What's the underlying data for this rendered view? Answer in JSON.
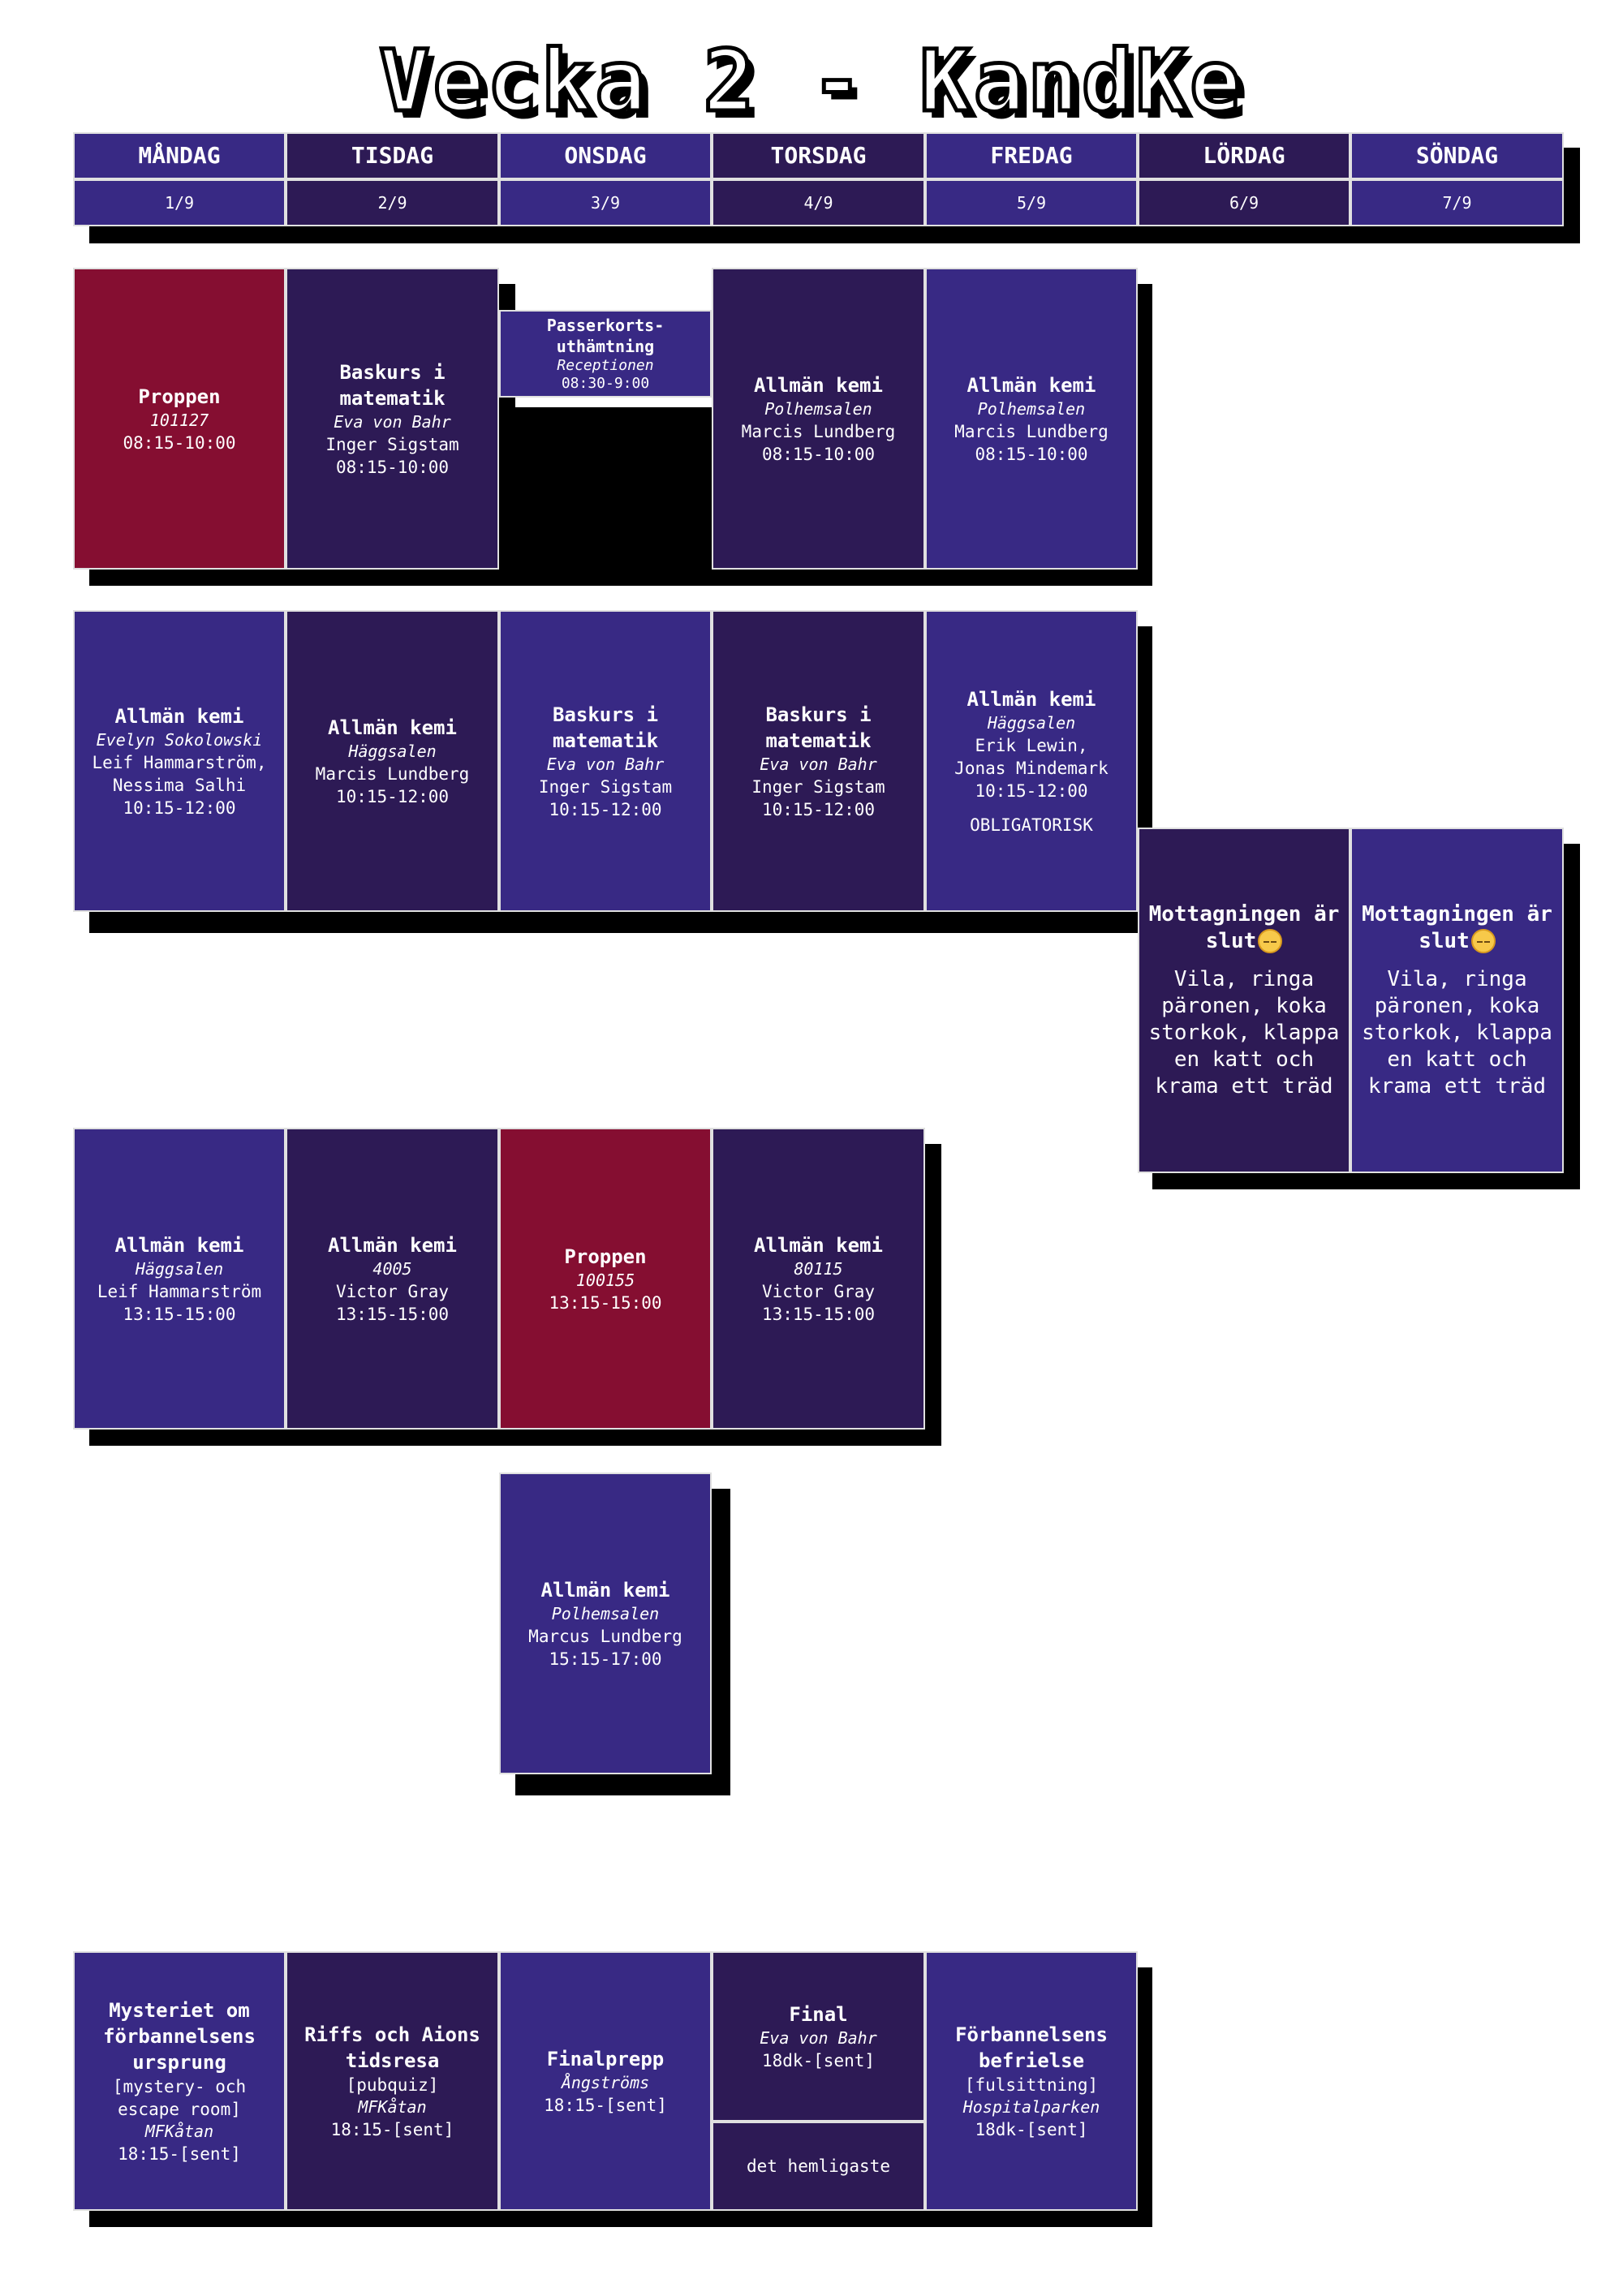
{
  "page_title": "Vecka 2 - KandKe",
  "days": [
    {
      "name": "MÅNDAG",
      "date": "1/9"
    },
    {
      "name": "TISDAG",
      "date": "2/9"
    },
    {
      "name": "ONSDAG",
      "date": "3/9"
    },
    {
      "name": "TORSDAG",
      "date": "4/9"
    },
    {
      "name": "FREDAG",
      "date": "5/9"
    },
    {
      "name": "LÖRDAG",
      "date": "6/9"
    },
    {
      "name": "SÖNDAG",
      "date": "7/9"
    }
  ],
  "colors": {
    "indigo": "#382984",
    "dark_purple": "#2d1a55",
    "crimson": "#850e31",
    "border": "#e0e0e0",
    "shadow": "#000000"
  },
  "morning": {
    "mon": {
      "title": "Proppen",
      "room": "101127",
      "time": "08:15-10:00"
    },
    "tue": {
      "title": "Baskurs i matematik",
      "room": "Eva von Bahr",
      "teacher": "Inger Sigstam",
      "time": "08:15-10:00"
    },
    "wed": {
      "title": "Passerkorts-uthämtning",
      "room": "Receptionen",
      "time": "08:30-9:00"
    },
    "thu": {
      "title": "Allmän kemi",
      "room": "Polhemsalen",
      "teacher": "Marcis Lundberg",
      "time": "08:15-10:00"
    },
    "fri": {
      "title": "Allmän kemi",
      "room": "Polhemsalen",
      "teacher": "Marcis Lundberg",
      "time": "08:15-10:00"
    }
  },
  "late_morning": {
    "mon": {
      "title": "Allmän kemi",
      "room": "Evelyn Sokolowski",
      "teacher1": "Leif Hammarström,",
      "teacher2": "Nessima Salhi",
      "time": "10:15-12:00"
    },
    "tue": {
      "title": "Allmän kemi",
      "room": "Häggsalen",
      "teacher": "Marcis Lundberg",
      "time": "10:15-12:00"
    },
    "wed": {
      "title": "Baskurs i matematik",
      "room": "Eva von Bahr",
      "teacher": "Inger Sigstam",
      "time": "10:15-12:00"
    },
    "thu": {
      "title": "Baskurs i matematik",
      "room": "Eva von Bahr",
      "teacher": "Inger Sigstam",
      "time": "10:15-12:00"
    },
    "fri": {
      "title": "Allmän kemi",
      "room": "Häggsalen",
      "teacher1": "Erik Lewin,",
      "teacher2": "Jonas Mindemark",
      "time": "10:15-12:00",
      "note": "OBLIGATORISK"
    }
  },
  "weekend": {
    "sat": {
      "title": "Mottagningen är slut",
      "emoji": "pensive-face",
      "body": [
        "Vila, ringa",
        "päronen, koka",
        "storkok, klappa",
        "en katt och",
        "krama ett träd"
      ]
    },
    "sun": {
      "title": "Mottagningen är slut",
      "emoji": "pensive-face",
      "body": [
        "Vila, ringa",
        "päronen, koka",
        "storkok, klappa",
        "en katt och",
        "krama ett träd"
      ]
    }
  },
  "afternoon": {
    "mon": {
      "title": "Allmän kemi",
      "room": "Häggsalen",
      "teacher": "Leif Hammarström",
      "time": "13:15-15:00"
    },
    "tue": {
      "title": "Allmän kemi",
      "room": "4005",
      "teacher": "Victor Gray",
      "time": "13:15-15:00"
    },
    "wed": {
      "title": "Proppen",
      "room": "100155",
      "time": "13:15-15:00"
    },
    "thu": {
      "title": "Allmän kemi",
      "room": "80115",
      "teacher": "Victor Gray",
      "time": "13:15-15:00"
    }
  },
  "late_afternoon": {
    "wed": {
      "title": "Allmän kemi",
      "room": "Polhemsalen",
      "teacher": "Marcus Lundberg",
      "time": "15:15-17:00"
    }
  },
  "evening": {
    "mon": {
      "title": "Mysteriet om förbannelsens ursprung",
      "tag": "[mystery- och escape room]",
      "room": "MFKåtan",
      "time": "18:15-[sent]"
    },
    "tue": {
      "title": "Riffs och Aions tidsresa",
      "tag": "[pubquiz]",
      "room": "MFKåtan",
      "time": "18:15-[sent]"
    },
    "wed": {
      "title": "Finalprepp",
      "room": "Ångströms",
      "time": "18:15-[sent]"
    },
    "thu": {
      "title": "Final",
      "room": "Eva von Bahr",
      "time": "18dk-[sent]",
      "secret": "det hemligaste"
    },
    "fri": {
      "title": "Förbannelsens befrielse",
      "tag": "[fulsittning]",
      "room": "Hospitalparken",
      "time": "18dk-[sent]"
    }
  }
}
